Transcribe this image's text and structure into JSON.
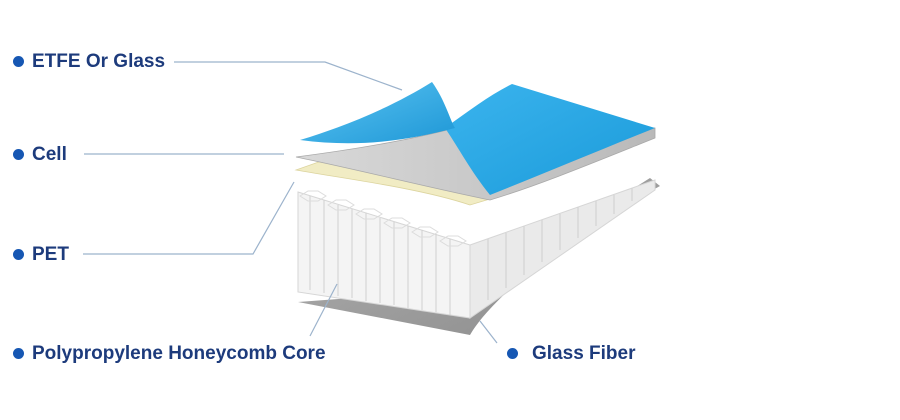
{
  "layers": [
    {
      "id": "etfe",
      "label": "ETFE Or Glass",
      "color": "#27a9e6"
    },
    {
      "id": "cell",
      "label": "Cell",
      "color": "#cfcfcf"
    },
    {
      "id": "pet",
      "label": "PET",
      "color": "#f1ecc4"
    },
    {
      "id": "core",
      "label": "Polypropylene Honeycomb Core",
      "color": "#f2f2f2"
    },
    {
      "id": "glass-fiber",
      "label": "Glass Fiber",
      "color": "#9a9a9a"
    }
  ],
  "colors": {
    "bullet": "#1657b3",
    "label_text": "#1d3b7c",
    "leader_line": "#9cb3cc"
  }
}
